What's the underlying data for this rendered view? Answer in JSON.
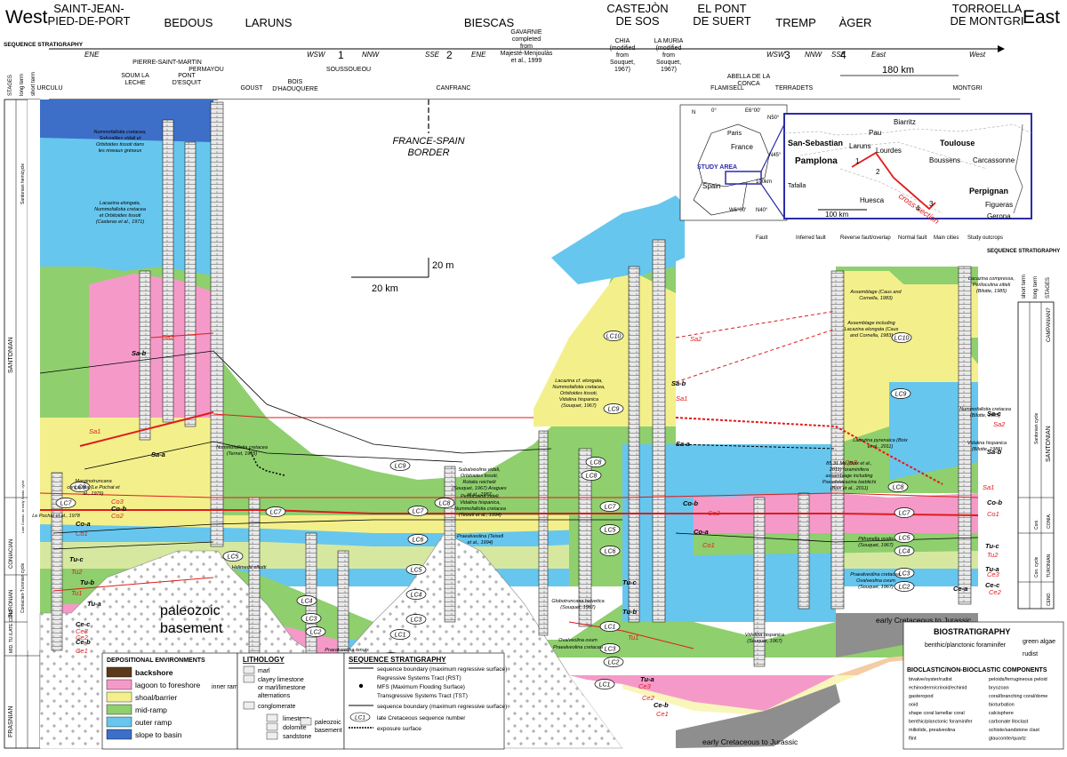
{
  "header": {
    "west": "West",
    "east": "East",
    "seq_strat_label": "SEQUENCE STRATIGRAPHY",
    "locations": [
      {
        "l1": "SAINT-JEAN-",
        "l2": "PIED-DE-PORT"
      },
      {
        "l1": "BEDOUS",
        "l2": ""
      },
      {
        "l1": "LARUNS",
        "l2": ""
      },
      {
        "l1": "BIESCAS",
        "l2": ""
      },
      {
        "l1": "CASTEJÒN",
        "l2": "DE SOS"
      },
      {
        "l1": "EL PONT",
        "l2": "DE SUERT"
      },
      {
        "l1": "TREMP",
        "l2": ""
      },
      {
        "l1": "ÀGER",
        "l2": ""
      },
      {
        "l1": "TORROELLA",
        "l2": "DE MONTGRI"
      }
    ],
    "directions": [
      "ENE",
      "WSW",
      "NNW",
      "SSE",
      "ENE",
      "WSW",
      "NNW",
      "SSE",
      "East",
      "West"
    ],
    "bends": [
      "1",
      "2",
      "3",
      "4"
    ]
  },
  "columns": {
    "left": [
      "STAGES",
      "long term",
      "short term"
    ],
    "right": [
      "SEQUENCE STRATIGRAPHY",
      "short term",
      "long term",
      "STAGES"
    ],
    "stages_left": [
      "FRASNIAN",
      "MID. TU./LATE CENO.",
      "TURONIAN",
      "CONIACIAN",
      "SANTONIAN"
    ],
    "cycles_left": [
      "Santonian hemicycle",
      "Late Coniac. to early Santo. cycle",
      "Coniacian-Turonian cycle"
    ],
    "stages_right": [
      "CAMPANIAN?",
      "SANTONIAN",
      "CONIA.",
      "TURONIAN",
      "CENO."
    ],
    "cycles_right": [
      "Santonian cycle",
      "Coni.",
      "Con. cycle"
    ]
  },
  "sections": [
    "URCULU",
    "SOUM LA LECHE",
    "PIERRE-SAINT-MARTIN",
    "PONT D'ESQUIT",
    "PERMAYOU",
    "GOUST",
    "BOIS D'HAOUQUERE",
    "SOUSSOUEOU",
    "CANFRANC",
    "GAVARNIE completed from Majesté-Menjoulàs et al., 1999",
    "CHIA (modified from Souquet, 1967)",
    "LA MURIA (modified from Souquet, 1967)",
    "FLAMISELL",
    "ABELLA DE LA CONCA",
    "TERRADETS",
    "MONTGRI"
  ],
  "scale": {
    "km180": "180 km",
    "v": "20 m",
    "h": "20 km"
  },
  "labels": {
    "border1": "FRANCE-SPAIN",
    "border2": "BORDER",
    "basement1": "paleozoic",
    "basement2": "basement",
    "early1": "early Cretaceous to Jurassic",
    "early2": "early Cretaceous to Jurassic"
  },
  "sequences": [
    "LC1",
    "LC2",
    "LC3",
    "LC4",
    "LC5",
    "LC6",
    "LC7",
    "LC8",
    "LC9",
    "LC10"
  ],
  "surfaces": [
    "Sa2",
    "Sa-b",
    "Sa1",
    "Sa-a",
    "Co3",
    "Co-b",
    "Co2",
    "Co-a",
    "Co1",
    "Tu-c",
    "Tu2",
    "Tu-b",
    "Tu1",
    "Tu-a",
    "Ce-c",
    "Ce3",
    "Ce2",
    "Ce-b",
    "Ce1",
    "Ce-a",
    "Sa-c"
  ],
  "annotations": [
    "Nummofallotia cretacea, Sulcoalites vidali et Orbitoides tissoti dans les niveaux gréseux",
    "Lacazina elongata, Nummofallotia cretacea et Orbitoides tissoti (Casteras et al., 1971)",
    "Nummofallotia cretacea (Ternet, 1965)",
    "Marginotruncana concavata (Le Pochat et al., 1976)",
    "Le Pochat et al., 1978",
    "Halimeda elliotti",
    "Praealveolina tenuis (Ternet, 1965)",
    "Subalveolina vidali, Orbitoides tissoti, Rotalia reichelii (Souquet, 1967) Aragues et al., 1987",
    "Periloculina zitteli, Vidalina hispanica, Nummofallotia cretacea (Teixell et al., 1994)",
    "Praealveolina (Teixell et al., 1994)",
    "Lacazina cf. elongata, Nummofallotia cretacea, Orbitoides tissoti, Vidalina hispanica (Souquet, 1967)",
    "Globotruncana helvetica (Souquet, 1967)",
    "Ovalveolina ovum",
    "Praealveolina cretacea",
    "Assemblage (Caus and Cornella, 1983)",
    "Assemblage including Lacazina elongata (Caus and Cornella, 1983)",
    "Lacazina pyrenaica (Boix et al., 2011)",
    "85.31 My (Boix et al., 2011) foraminifera assemblage including Pseudolacazina loeblichi (Boix et al., 2011)",
    "Pithonella ovalis (Souquet, 1967)",
    "Praealveolina cretacea, Ovalveolina ovum (Souquet, 1967)",
    "Vidalina hispanica (Souquet, 1967)",
    "Lacazina compressa, Periloculina zitteli (Bilotte, 1985)",
    "Nummofallotia cretacea (Bilotte, 1985)",
    "Vidalina hispanica (Bilotte, 1985)"
  ],
  "map": {
    "study_area": "STUDY AREA",
    "countries": [
      "Paris",
      "France",
      "Spain"
    ],
    "coords": [
      "E6°00'",
      "N50°",
      "N45°",
      "W6°00'",
      "N40°",
      "0°"
    ],
    "cities": [
      "Biarritz",
      "Toulouse",
      "San-Sebastian",
      "Pau",
      "Boussens",
      "Carcassonne",
      "Pamplona",
      "Laruns",
      "Lourdes",
      "Tafalla",
      "Perpignan",
      "Huesca",
      "Figueras",
      "Gerona"
    ],
    "cross_section": "cross-section",
    "scale_small": "100km",
    "scale_big": "100 km",
    "points": [
      "1",
      "2",
      "3",
      "4"
    ],
    "legend": [
      "Fault",
      "Inferred fault",
      "Reverse fault/overlap",
      "Normal fault",
      "Main cities",
      "Study outcrops"
    ]
  },
  "legend": {
    "dep_title": "DEPOSITIONAL ENVIRONMENTS",
    "dep_items": [
      "backshore",
      "lagoon to foreshore",
      "shoal/barrier",
      "mid-ramp",
      "outer ramp",
      "slope to basin"
    ],
    "inner_ramp": "inner ramp",
    "lith_title": "LITHOLOGY",
    "lith_items": [
      "marl",
      "clayey limestone or marl/limestone alternations",
      "conglomerate",
      "limestone",
      "dolomite",
      "sandstone",
      "paleozoic basement"
    ],
    "seq_title": "SEQUENCE STRATIGRAPHY",
    "seq_items": [
      "sequence boundary (maximum regressive surface)",
      "Regressive Systems Tract (RST)",
      "MFS (Maximum Flooding Surface)",
      "Transgressive Systems Tract (TST)",
      "sequence boundary (maximum regressive surface)",
      "late Cretaceous sequence number",
      "exposure surface"
    ],
    "lc1": "LC1",
    "bio_title": "BIOSTRATIGRAPHY",
    "bio_items": [
      "benthic/planctonic foraminifer",
      "green algae",
      "rudist"
    ],
    "comp_title": "BIOCLASTIC/NON-BIOCLASTIC COMPONENTS",
    "comp_items": [
      "bivalve/oyster/rudist",
      "peloids/ferrugineous peloid",
      "echinoderm/crinoid/echinid",
      "bryozoan",
      "gasteropod",
      "coral/branching coral/dome",
      "ooid",
      "bioturbation",
      "shape coral lamellar coral",
      "calcisphere",
      "benthic/planctonic foraminifer",
      "carbonate litoclast",
      "miliolids, prealveolina",
      "schiste/sandstone clast",
      "flint",
      "glauconite/quartz"
    ]
  },
  "colors": {
    "backshore": "#5a3a1a",
    "lagoon": "#f59ac8",
    "shoal": "#f3f08c",
    "midramp": "#8fcf6e",
    "outer": "#66c6ee",
    "slope": "#3d6fc8",
    "seq_red": "#e01b1b",
    "map_blue": "#2c2ca8"
  }
}
